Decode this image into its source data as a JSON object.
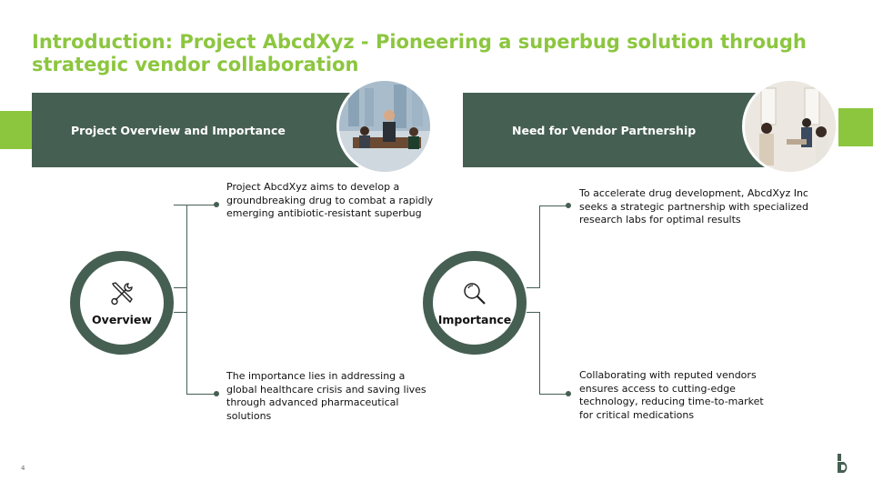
{
  "slide": {
    "title": "Introduction: Project AbcdXyz - Pioneering a superbug solution through strategic vendor collaboration",
    "page_number": "4"
  },
  "left_section": {
    "banner_label": "Project Overview and Importance",
    "circle_label": "Overview",
    "circle_icon": "tools-icon",
    "top_text": "Project AbcdXyz aims to develop a groundbreaking drug to combat a rapidly emerging antibiotic-resistant superbug",
    "bottom_text": "The importance lies in addressing a global healthcare crisis and saving lives through advanced pharmaceutical solutions"
  },
  "right_section": {
    "banner_label": "Need for Vendor Partnership",
    "circle_label": "Importance",
    "circle_icon": "magnifier-icon",
    "top_text": "To accelerate drug development, AbcdXyz Inc seeks a strategic partnership with specialized research labs for optimal results",
    "bottom_text": "Collaborating with reputed vendors ensures access to cutting-edge technology, reducing time-to-market for critical medications"
  },
  "colors": {
    "accent_green": "#8cc63f",
    "dark_green": "#465f53"
  }
}
